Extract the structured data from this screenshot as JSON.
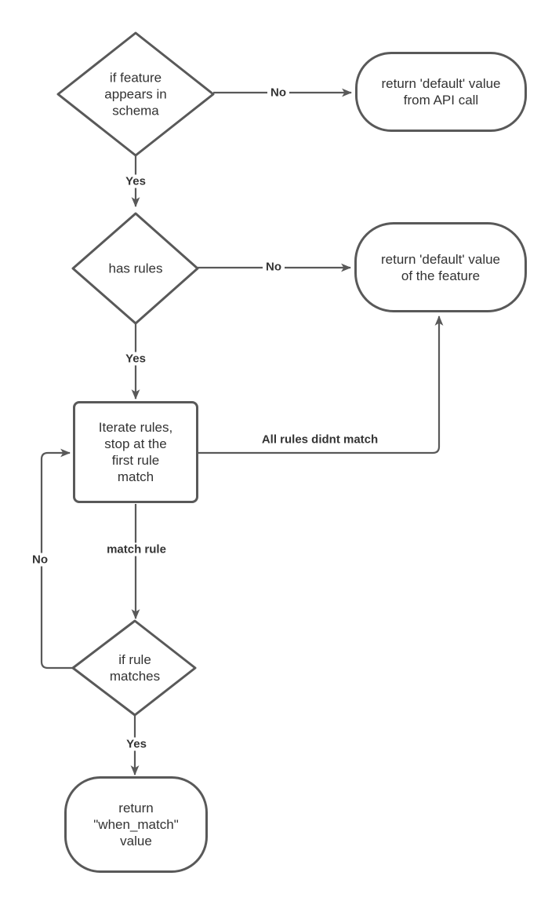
{
  "colors": {
    "stroke": "#595959",
    "node_text": "#333333",
    "label_text": "#343434",
    "background": "#ffffff"
  },
  "nodes": {
    "check_schema": {
      "text": "if feature\nappears in\nschema"
    },
    "return_default_api": {
      "text": "return 'default' value\nfrom API call"
    },
    "has_rules": {
      "text": "has rules"
    },
    "return_default_feature": {
      "text": "return 'default' value\nof the feature"
    },
    "iterate_rules": {
      "text": "Iterate rules,\nstop at the\nfirst rule\nmatch"
    },
    "if_rule_matches": {
      "text": "if rule\nmatches"
    },
    "return_when_match": {
      "text": "return\n\"when_match\"\nvalue"
    }
  },
  "edge_labels": {
    "schema_no": "No",
    "schema_yes": "Yes",
    "rules_no": "No",
    "rules_yes": "Yes",
    "all_rules_didnt_match": "All rules didnt match",
    "match_rule": "match rule",
    "rule_no": "No",
    "rule_yes": "Yes"
  }
}
